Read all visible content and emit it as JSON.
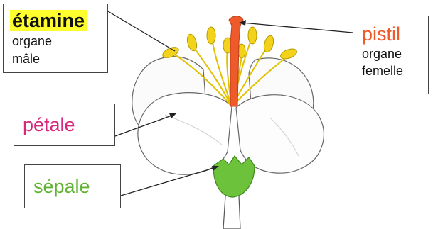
{
  "labels": {
    "etamine": {
      "title": "étamine",
      "line1": "organe",
      "line2": "mâle"
    },
    "pistil": {
      "title": "pistil",
      "line1": "organe",
      "line2": "femelle"
    },
    "petale": {
      "title": "pétale"
    },
    "sepale": {
      "title": "sépale"
    }
  },
  "colors": {
    "etamine_highlight": "#ffff2e",
    "pistil": "#ef5a2a",
    "petale": "#d6287c",
    "sepale": "#62b334",
    "stamen_yellow": "#f2d21b",
    "petal_white": "#fafafa",
    "leader_line": "#222222"
  }
}
